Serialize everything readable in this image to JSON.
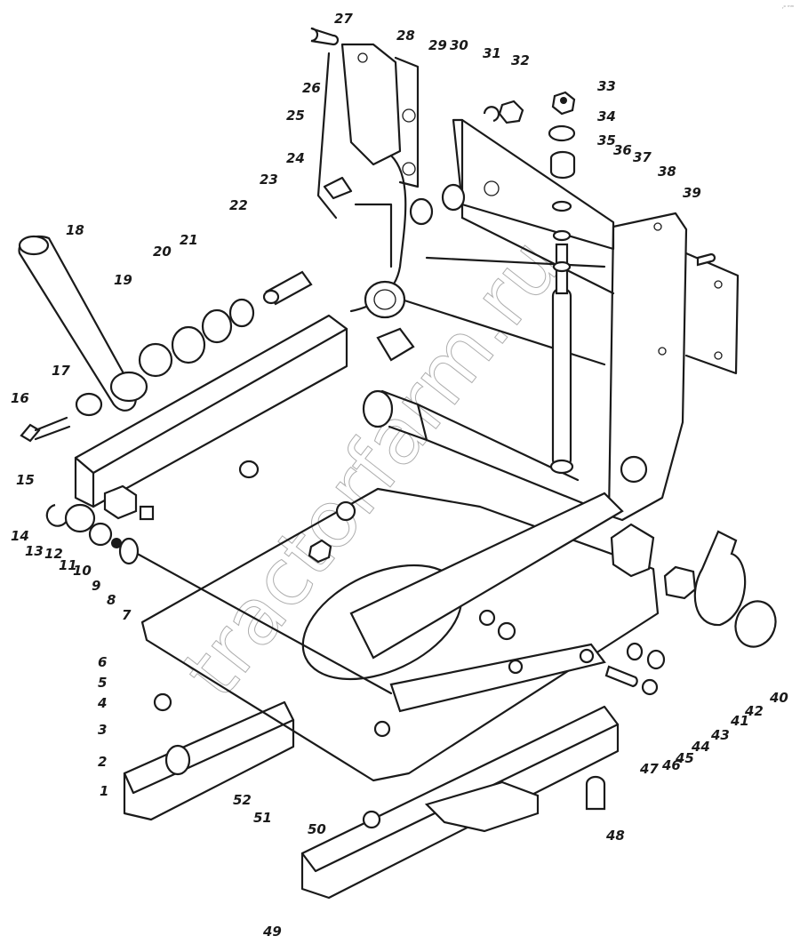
{
  "figure": {
    "type": "exploded-view parts diagram",
    "watermark": "tractorfarm.ru",
    "corner_mark": "ᵣᵒ ᵐᵐ"
  },
  "callouts": [
    {
      "id": 1,
      "label": "1"
    },
    {
      "id": 2,
      "label": "2"
    },
    {
      "id": 3,
      "label": "3"
    },
    {
      "id": 4,
      "label": "4"
    },
    {
      "id": 5,
      "label": "5"
    },
    {
      "id": 6,
      "label": "6"
    },
    {
      "id": 7,
      "label": "7"
    },
    {
      "id": 8,
      "label": "8"
    },
    {
      "id": 9,
      "label": "9"
    },
    {
      "id": 10,
      "label": "10"
    },
    {
      "id": 11,
      "label": "11"
    },
    {
      "id": 12,
      "label": "12"
    },
    {
      "id": 13,
      "label": "13"
    },
    {
      "id": 14,
      "label": "14"
    },
    {
      "id": 15,
      "label": "15"
    },
    {
      "id": 16,
      "label": "16"
    },
    {
      "id": 17,
      "label": "17"
    },
    {
      "id": 18,
      "label": "18"
    },
    {
      "id": 19,
      "label": "19"
    },
    {
      "id": 20,
      "label": "20"
    },
    {
      "id": 21,
      "label": "21"
    },
    {
      "id": 22,
      "label": "22"
    },
    {
      "id": 23,
      "label": "23"
    },
    {
      "id": 24,
      "label": "24"
    },
    {
      "id": 25,
      "label": "25"
    },
    {
      "id": 26,
      "label": "26"
    },
    {
      "id": 27,
      "label": "27"
    },
    {
      "id": 28,
      "label": "28"
    },
    {
      "id": 29,
      "label": "29"
    },
    {
      "id": 30,
      "label": "30"
    },
    {
      "id": 31,
      "label": "31"
    },
    {
      "id": 32,
      "label": "32"
    },
    {
      "id": 33,
      "label": "33"
    },
    {
      "id": 34,
      "label": "34"
    },
    {
      "id": 35,
      "label": "35"
    },
    {
      "id": 36,
      "label": "36"
    },
    {
      "id": 37,
      "label": "37"
    },
    {
      "id": 38,
      "label": "38"
    },
    {
      "id": 39,
      "label": "39"
    },
    {
      "id": 40,
      "label": "40"
    },
    {
      "id": 41,
      "label": "41"
    },
    {
      "id": 42,
      "label": "42"
    },
    {
      "id": 43,
      "label": "43"
    },
    {
      "id": 44,
      "label": "44"
    },
    {
      "id": 45,
      "label": "45"
    },
    {
      "id": 46,
      "label": "46"
    },
    {
      "id": 47,
      "label": "47"
    },
    {
      "id": 48,
      "label": "48"
    },
    {
      "id": 49,
      "label": "49"
    },
    {
      "id": 50,
      "label": "50"
    },
    {
      "id": 51,
      "label": "51"
    },
    {
      "id": 52,
      "label": "52"
    }
  ]
}
